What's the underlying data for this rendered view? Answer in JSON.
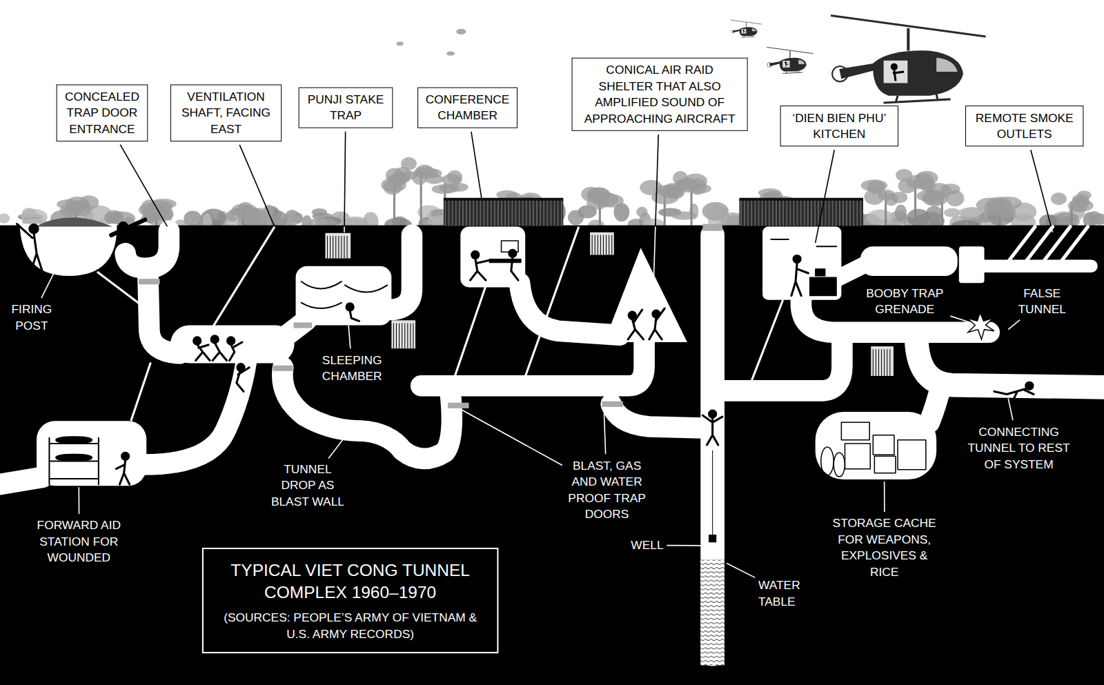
{
  "diagram": {
    "nodes": [
      {
        "text": [
          "CONCEALED TRAP DOOR ENTRANCE"
        ]
      },
      {
        "text": [
          "VENTILATION SHAFT, FACING EAST"
        ]
      },
      {
        "text": [
          "PUNJI STAKE TRAP"
        ]
      },
      {
        "text": [
          "CONFERENCE CHAMBER"
        ]
      },
      {
        "text": [
          "CONICAL AIR RAID SHELTER THAT ALSO AMPLIFIED SOUND OF APPROACHING AIRCRAFT"
        ]
      },
      {
        "text": [
          "‘DIEN BIEN PHU’ KITCHEN"
        ]
      },
      {
        "text": [
          "REMOTE SMOKE OUTLETS"
        ]
      },
      {
        "text": [
          "TYPICAL VIET CONG TUNNEL COMPLEX 1960–1970",
          "(SOURCES: PEOPLE’S ARMY OF VIETNAM & U.S. ARMY RECORDS)"
        ]
      }
    ],
    "labels": [
      "FIRING POST",
      "SLEEPING CHAMBER",
      "BOOBY TRAP GRENADE",
      "FALSE TUNNEL",
      "CONNECTING TUNNEL TO REST OF SYSTEM",
      "TUNNEL DROP AS BLAST WALL",
      "BLAST, GAS AND WATER PROOF TRAP DOORS",
      "FORWARD AID STATION FOR WOUNDED",
      "STORAGE CACHE FOR WEAPONS, EXPLOSIVES & RICE",
      "WELL",
      "WATER TABLE"
    ]
  }
}
